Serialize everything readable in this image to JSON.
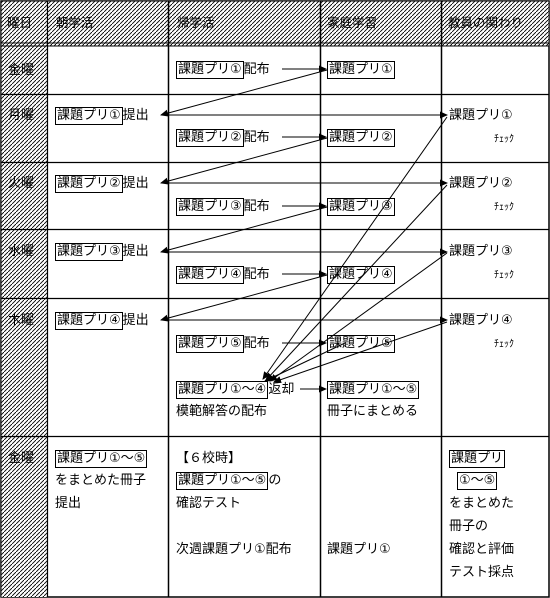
{
  "headers": {
    "day": "曜日",
    "morning": "朝学活",
    "homeroom": "帰学活",
    "home_study": "家庭学習",
    "teacher": "教員の関わり"
  },
  "days": [
    "金曜",
    "月曜",
    "火曜",
    "水曜",
    "木曜",
    "金曜"
  ],
  "cells": {
    "fri_home_dist_box": "課題プリ①",
    "fri_home_dist_suffix": "配布",
    "fri_study_box": "課題プリ①",
    "mon_morning_box": "課題プリ①",
    "mon_morning_suffix": "提出",
    "mon_home_dist_box": "課題プリ②",
    "mon_home_dist_suffix": "配布",
    "mon_study_box": "課題プリ②",
    "mon_teacher": "課題プリ①",
    "mon_check": "ﾁｪｯｸ",
    "tue_morning_box": "課題プリ②",
    "tue_morning_suffix": "提出",
    "tue_home_dist_box": "課題プリ③",
    "tue_home_dist_suffix": "配布",
    "tue_study_box": "課題プリ③",
    "tue_teacher": "課題プリ②",
    "tue_check": "ﾁｪｯｸ",
    "wed_morning_box": "課題プリ③",
    "wed_morning_suffix": "提出",
    "wed_home_dist_box": "課題プリ④",
    "wed_home_dist_suffix": "配布",
    "wed_study_box": "課題プリ④",
    "wed_teacher": "課題プリ③",
    "wed_check": "ﾁｪｯｸ",
    "thu_morning_box": "課題プリ④",
    "thu_morning_suffix": "提出",
    "thu_home_dist_box": "課題プリ⑤",
    "thu_home_dist_suffix": "配布",
    "thu_study_box": "課題プリ⑤",
    "thu_teacher": "課題プリ④",
    "thu_check": "ﾁｪｯｸ",
    "thu_return_box": "課題プリ①～④",
    "thu_return_suffix": "返却",
    "thu_model": "模範解答の配布",
    "thu_study2_box": "課題プリ①～⑤",
    "thu_study2_line2": "冊子にまとめる",
    "fri2_morning_box": "課題プリ①～⑤",
    "fri2_morning_line2": "をまとめた冊子",
    "fri2_morning_line3": "提出",
    "fri2_home_line1": "【６校時】",
    "fri2_home_box": "課題プリ①～⑤",
    "fri2_home_suffix": "の",
    "fri2_home_line3": "確認テスト",
    "fri2_home_line4": "次週課題プリ①配布",
    "fri2_study": "課題プリ①",
    "fri2_teacher_box1": "課題プリ",
    "fri2_teacher_box2": "①～⑤",
    "fri2_teacher_line3": "をまとめた",
    "fri2_teacher_line4": "冊子の",
    "fri2_teacher_line5": "確認と評価",
    "fri2_teacher_line6": "テスト採点"
  }
}
